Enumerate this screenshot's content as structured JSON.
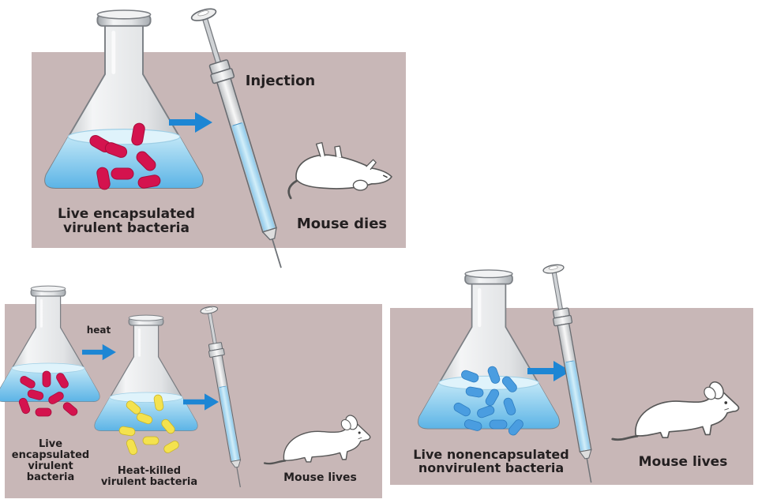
{
  "panels": {
    "top": {
      "flask_label": [
        "Live encapsulated",
        "virulent bacteria"
      ],
      "injection_label": "Injection",
      "result_label": "Mouse dies"
    },
    "bottom_left": {
      "flask1_label": [
        "Live",
        "encapsulated",
        "virulent",
        "bacteria"
      ],
      "heat_label": "heat",
      "flask2_label": [
        "Heat-killed",
        "virulent bacteria"
      ],
      "result_label": "Mouse lives"
    },
    "bottom_right": {
      "flask_label": [
        "Live nonencapsulated",
        "nonvirulent bacteria"
      ],
      "result_label": "Mouse lives"
    }
  },
  "colors": {
    "panel_bg": "#c8b7b7",
    "arrow": "#1d86d4",
    "virulent_bacteria": "#d4134e",
    "heat_killed_bacteria": "#f4e24e",
    "nonvirulent_bacteria": "#4a9de0",
    "flask_glass": "#d9dcdf",
    "liquid": "#bfe4f4"
  },
  "icons": [
    "flask-icon",
    "syringe-icon",
    "arrow-icon",
    "mouse-icon",
    "bacterium-icon"
  ]
}
